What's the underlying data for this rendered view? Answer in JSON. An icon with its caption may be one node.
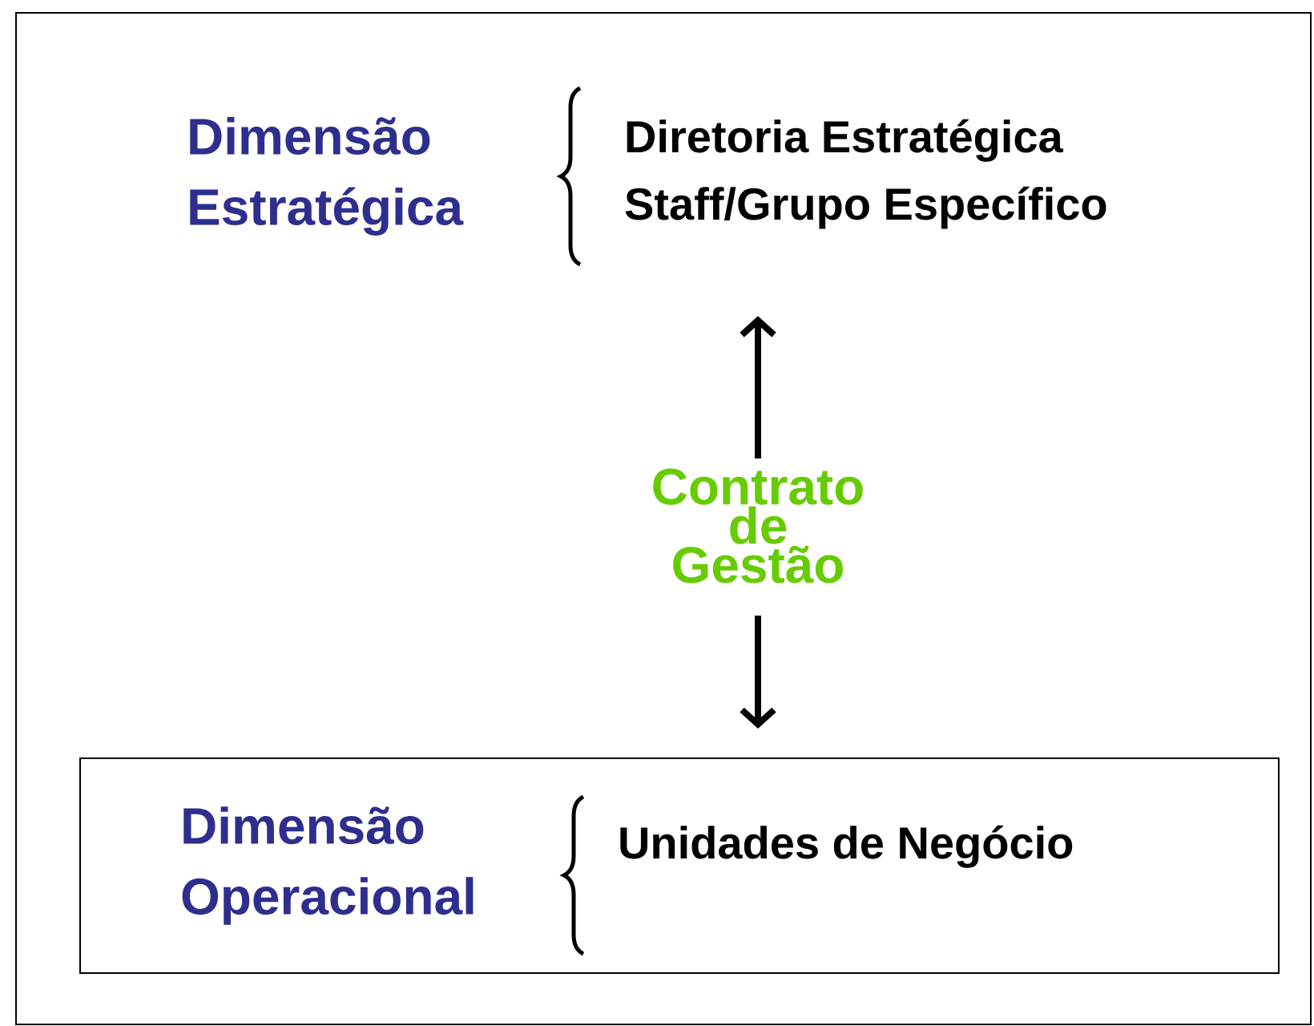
{
  "diagram": {
    "nodes": [
      {
        "text": [
          "Dimensão Estratégica",
          "Diretoria Estratégica",
          "Staff/Grupo Específico"
        ]
      },
      {
        "text": [
          "Contrato de Gestão"
        ]
      },
      {
        "text": [
          "Dimensão Operacional",
          "Unidades de Negócio"
        ]
      }
    ],
    "edges": [
      {
        "from": 1,
        "to": 0,
        "arrow": "to"
      },
      {
        "from": 1,
        "to": 2,
        "arrow": "to"
      }
    ]
  }
}
